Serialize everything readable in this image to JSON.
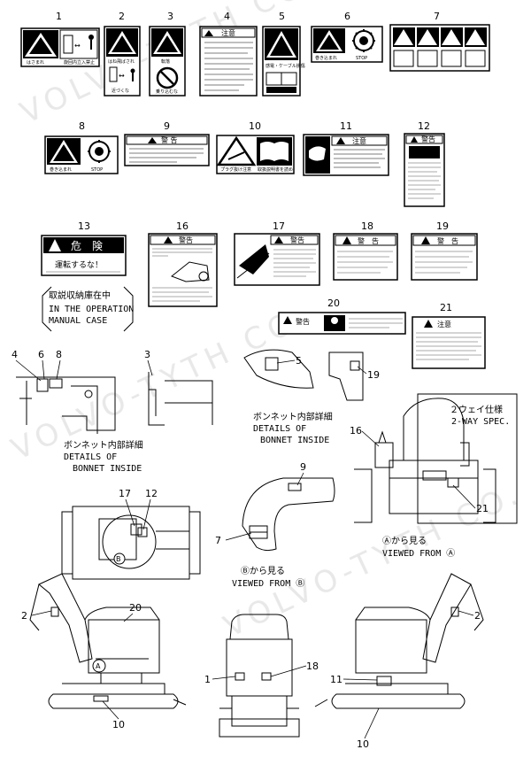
{
  "watermark": "VOLVO-TYTH CO.",
  "numbers": {
    "n1": "1",
    "n2": "2",
    "n3": "3",
    "n4": "4",
    "n5": "5",
    "n6": "6",
    "n7": "7",
    "n8": "8",
    "n9": "9",
    "n10": "10",
    "n11": "11",
    "n12": "12",
    "n13": "13",
    "n16": "16",
    "n17": "17",
    "n18": "18",
    "n19": "19",
    "n20": "20",
    "n21": "21"
  },
  "decals": {
    "d4_title": "注意",
    "d9_title": "警 告",
    "d11_title": "注意",
    "d12_title": "警告",
    "d13_title": "危　険",
    "d13_sub": "運転するな！",
    "d16_title": "警告",
    "d17_title": "警告",
    "d18_title": "警　告",
    "d19_title": "警　告",
    "d20_title": "警告",
    "d21_title": "注意",
    "d1_text": "はさまれ",
    "d1_text2": "旋回内立入禁止",
    "d2_text": "はね飛ばされ",
    "d2_text2": "近づくな",
    "d3_text": "転落",
    "d3_text2": "乗り込むな",
    "d5_text": "感電・ケーブル損傷",
    "d6_text1": "巻き込まれ",
    "d6_text2": "STOP",
    "d10_text1": "プラグ抜け注意",
    "d10_text2": "取扱説明書を読め"
  },
  "manual_note": {
    "jp": "取説収納庫在中",
    "en1": "IN THE OPERATION",
    "en2": "MANUAL CASE"
  },
  "details": {
    "bonnet_jp": "ボンネット内部詳細",
    "bonnet_en1": "DETAILS OF",
    "bonnet_en2": "BONNET INSIDE",
    "bonnet2_jp": "ボンネット内部詳細",
    "bonnet2_en1": "DETAILS OF",
    "bonnet2_en2": "BONNET INSIDE"
  },
  "views": {
    "a_jp": "Ⓐから見る",
    "a_en": "VIEWED FROM Ⓐ",
    "b_jp": "Ⓑから見る",
    "b_en": "VIEWED FROM Ⓑ",
    "two_way_jp": "２ウェイ仕様",
    "two_way_en": "2-WAY SPEC.",
    "circle_a": "A",
    "circle_b": "B"
  }
}
